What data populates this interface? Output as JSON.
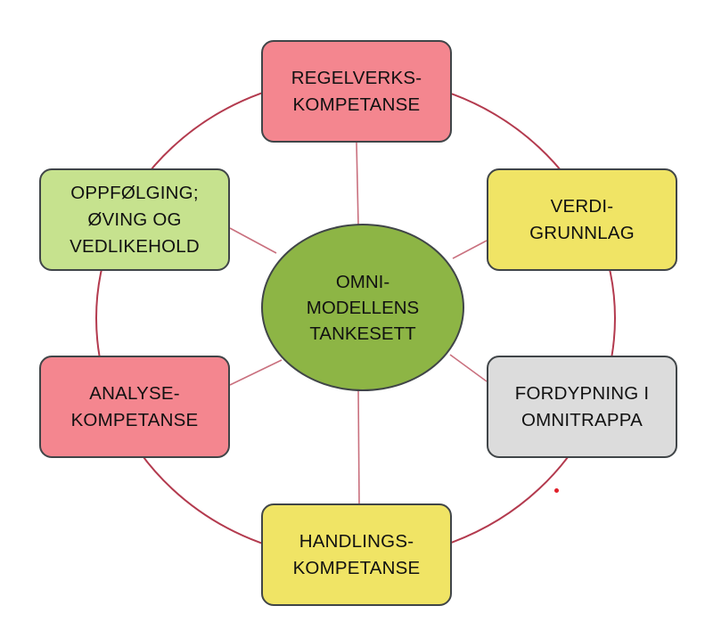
{
  "colors": {
    "ring": "#b33a4e",
    "spoke": "#c9707e",
    "pink": "#f4868f",
    "yellow": "#f0e465",
    "light_green": "#c6e28e",
    "gray": "#dcdcdc",
    "center_green": "#8db545",
    "dot": "#e0202a"
  },
  "center": {
    "label": "OMNI-\nMODELLENS\nTANKESETT"
  },
  "nodes": {
    "top": {
      "label": "REGELVERKS-\nKOMPETANSE",
      "color": "#f4868f"
    },
    "top_right": {
      "label": "VERDI-\nGRUNNLAG",
      "color": "#f0e465"
    },
    "bottom_right": {
      "label": "FORDYPNING I\nOMNITRAPPA",
      "color": "#dcdcdc"
    },
    "bottom": {
      "label": "HANDLINGS-\nKOMPETANSE",
      "color": "#f0e465"
    },
    "bottom_left": {
      "label": "ANALYSE-\nKOMPETANSE",
      "color": "#f4868f"
    },
    "top_left": {
      "label": "OPPFØLGING;\nØVING OG\nVEDLIKEHOLD",
      "color": "#c6e28e"
    }
  }
}
